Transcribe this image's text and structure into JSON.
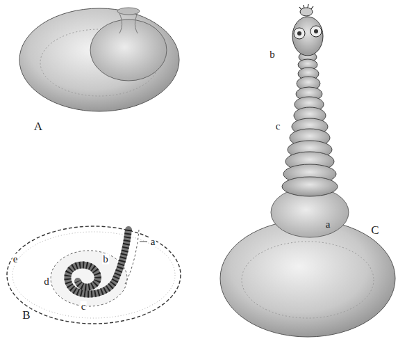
{
  "diagram": {
    "labels": [
      "b",
      "c",
      "A",
      "a",
      "C",
      "a",
      "e",
      "b",
      "d",
      "c",
      "B"
    ]
  }
}
